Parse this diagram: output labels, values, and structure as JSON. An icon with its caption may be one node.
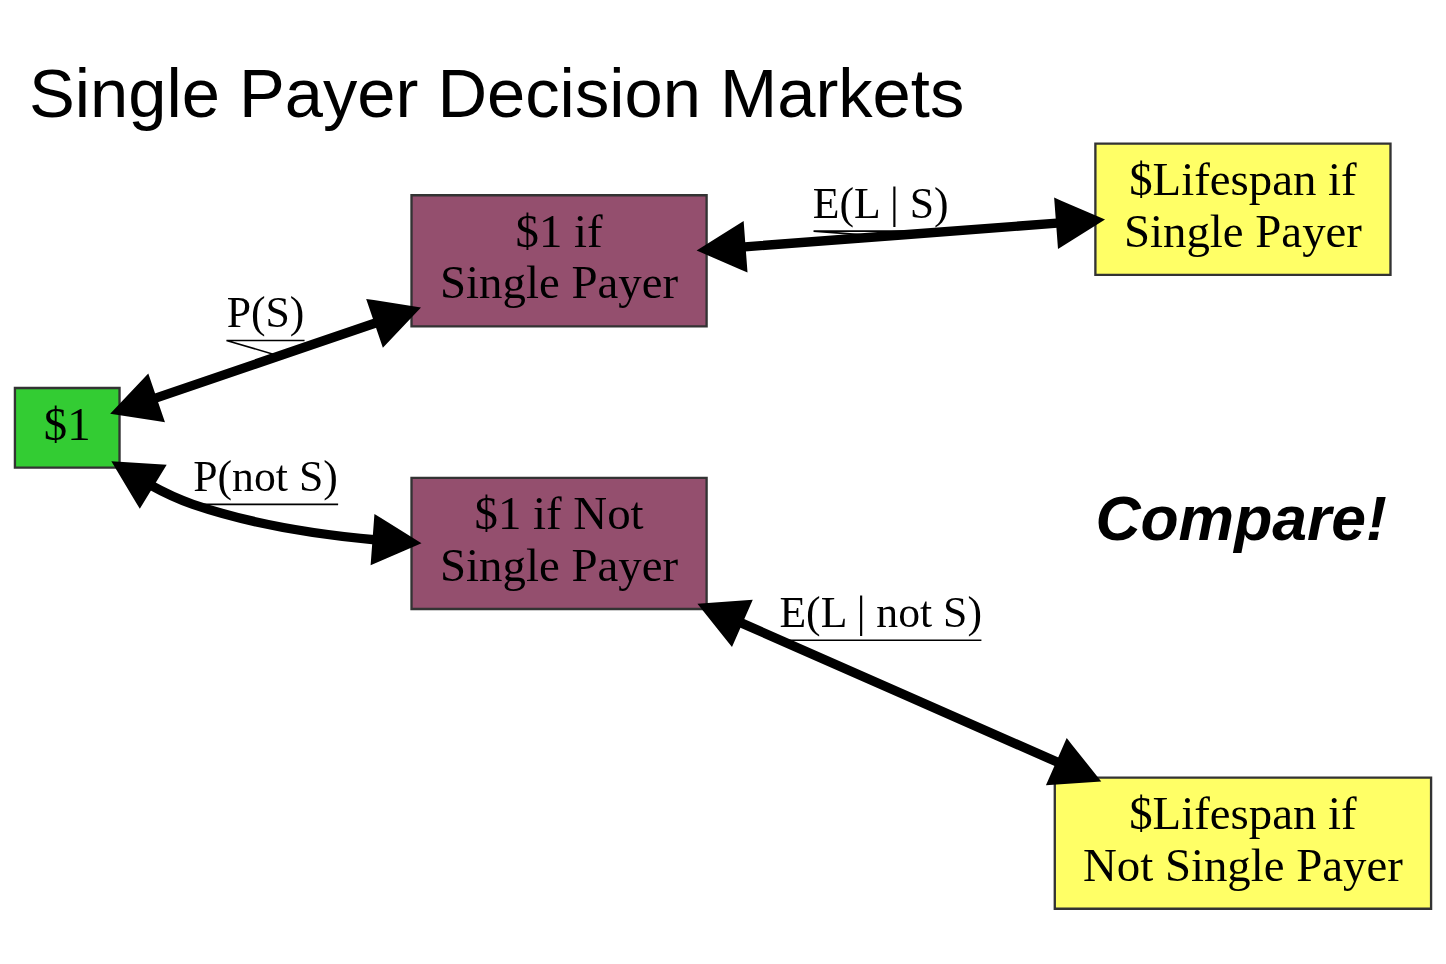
{
  "diagram": {
    "title": "Single Payer Decision Markets",
    "nodes": [
      {
        "text": [
          "$1"
        ]
      },
      {
        "text": [
          "$1 if Single Payer"
        ]
      },
      {
        "text": [
          "$1 if Not Single Payer"
        ]
      },
      {
        "text": [
          "$Lifespan if Single Payer"
        ]
      },
      {
        "text": [
          "$Lifespan if Not Single Payer"
        ]
      }
    ],
    "edges": [
      {
        "from": 0,
        "to": 1,
        "arrow": "both",
        "label": "P(S)"
      },
      {
        "from": 0,
        "to": 2,
        "arrow": "both",
        "label": "P(not S)"
      },
      {
        "from": 1,
        "to": 3,
        "arrow": "both",
        "label": "E(L | S)"
      },
      {
        "from": 2,
        "to": 4,
        "arrow": "both",
        "label": "E(L | not S)"
      }
    ],
    "labels": [
      "Compare!"
    ]
  }
}
